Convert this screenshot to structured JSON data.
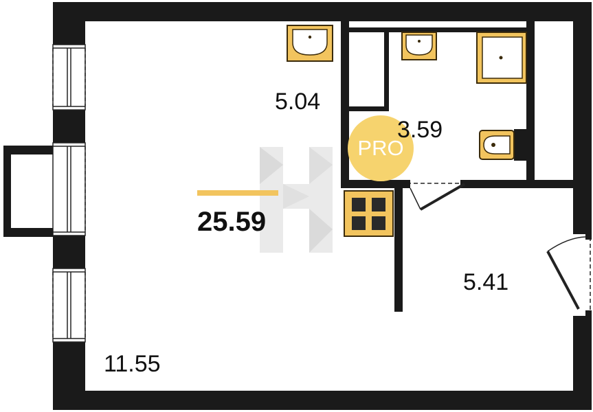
{
  "plan": {
    "total_area": "25.59",
    "rooms": {
      "living_room": "11.55",
      "kitchen": "5.04",
      "bathroom": "3.59",
      "hallway": "5.41"
    },
    "watermark": {
      "badge_text": "PRO"
    }
  },
  "colors": {
    "wall": "#1a1a1a",
    "fixture_fill": "#F2C45E",
    "fixture_stroke": "#3a2a0a",
    "accent_bar": "#F2C45E",
    "badge_fill": "#F6D36E",
    "watermark_tint": "#d9d9d9"
  },
  "icons": [
    "sink-icon",
    "shower-tray-icon",
    "toilet-icon",
    "stove-icon",
    "door-icon",
    "window-icon",
    "logo-icon"
  ]
}
